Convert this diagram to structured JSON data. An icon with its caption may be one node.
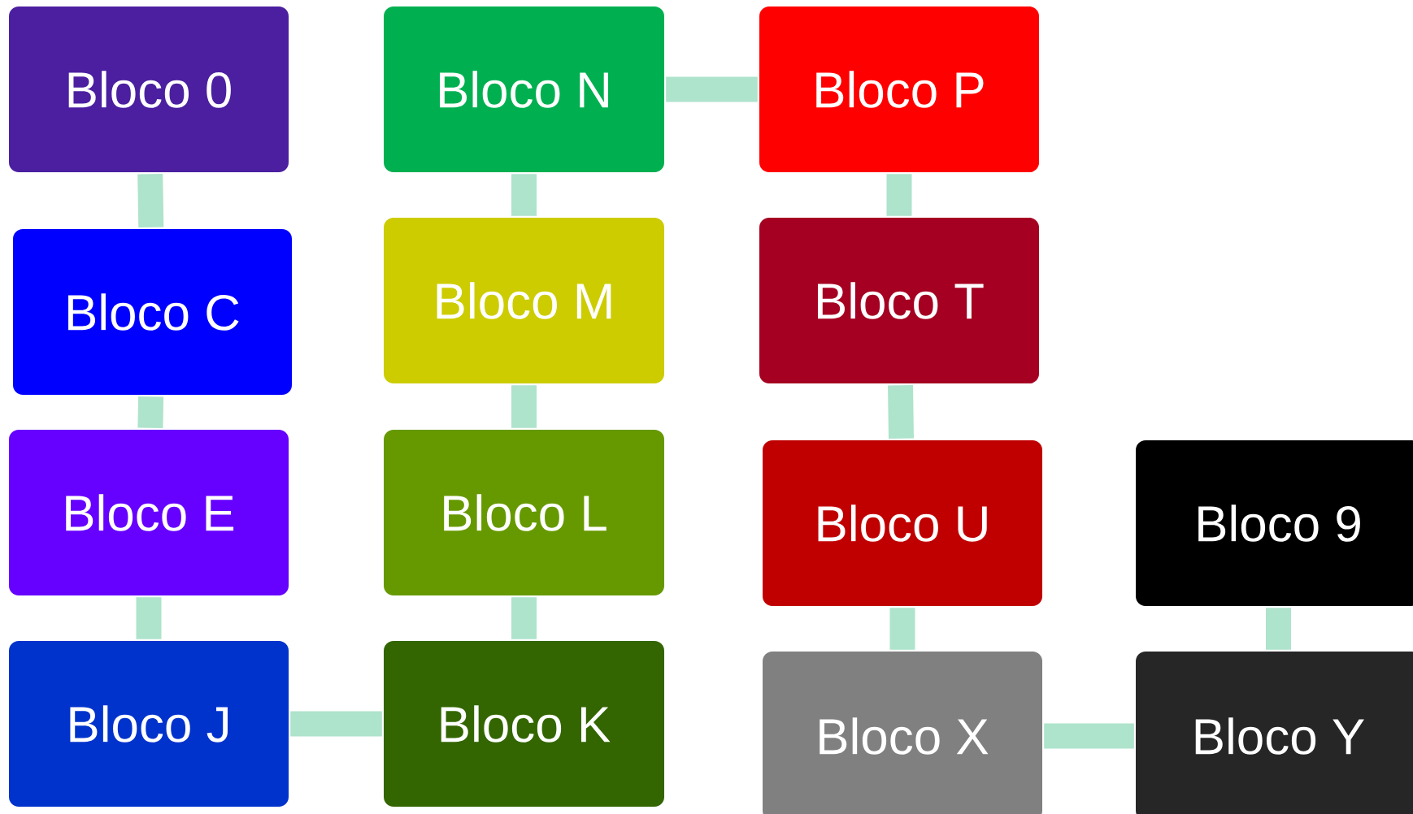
{
  "diagram": {
    "nodes": [
      {
        "text": [
          "Bloco 0"
        ]
      },
      {
        "text": [
          "Bloco N"
        ]
      },
      {
        "text": [
          "Bloco P"
        ]
      },
      {
        "text": [
          "Bloco C"
        ]
      },
      {
        "text": [
          "Bloco M"
        ]
      },
      {
        "text": [
          "Bloco T"
        ]
      },
      {
        "text": [
          "Bloco E"
        ]
      },
      {
        "text": [
          "Bloco L"
        ]
      },
      {
        "text": [
          "Bloco U"
        ]
      },
      {
        "text": [
          "Bloco 9"
        ]
      },
      {
        "text": [
          "Bloco J"
        ]
      },
      {
        "text": [
          "Bloco K"
        ]
      },
      {
        "text": [
          "Bloco X"
        ]
      },
      {
        "text": [
          "Bloco Y"
        ]
      }
    ],
    "edges": [
      {
        "from": 0,
        "to": 3,
        "arrow": "none"
      },
      {
        "from": 3,
        "to": 6,
        "arrow": "none"
      },
      {
        "from": 6,
        "to": 10,
        "arrow": "none"
      },
      {
        "from": 10,
        "to": 11,
        "arrow": "none"
      },
      {
        "from": 11,
        "to": 7,
        "arrow": "none"
      },
      {
        "from": 7,
        "to": 4,
        "arrow": "none"
      },
      {
        "from": 4,
        "to": 1,
        "arrow": "none"
      },
      {
        "from": 1,
        "to": 2,
        "arrow": "none"
      },
      {
        "from": 2,
        "to": 5,
        "arrow": "none"
      },
      {
        "from": 5,
        "to": 8,
        "arrow": "none"
      },
      {
        "from": 8,
        "to": 12,
        "arrow": "none"
      },
      {
        "from": 12,
        "to": 13,
        "arrow": "none"
      },
      {
        "from": 13,
        "to": 9,
        "arrow": "none"
      }
    ]
  }
}
